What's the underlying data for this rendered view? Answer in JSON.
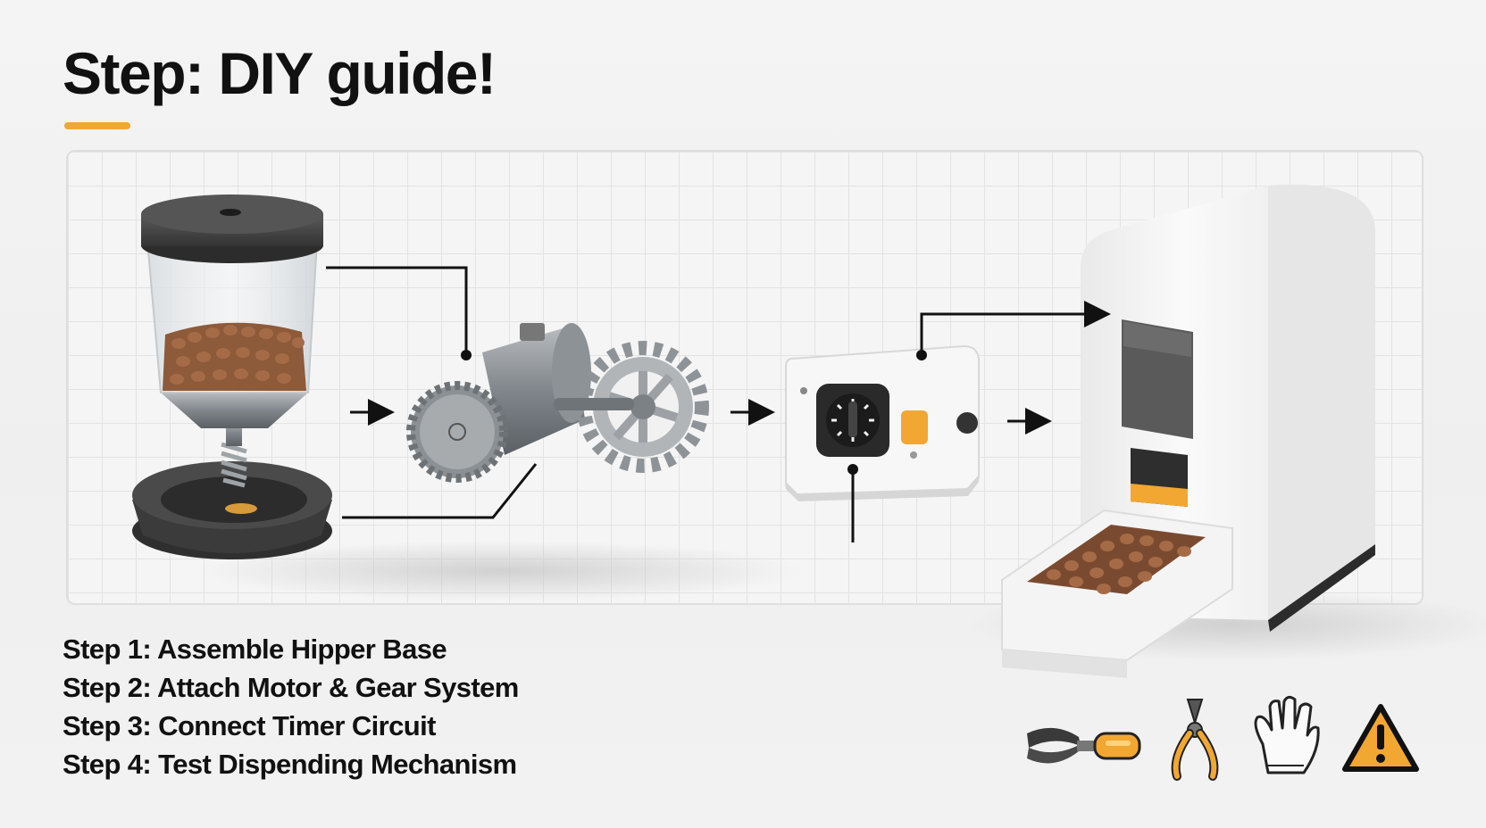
{
  "title": "Step: DIY guide!",
  "accent_color": "#f2a733",
  "steps": [
    "Step 1: Assemble Hipper Base",
    "Step 2: Attach Motor & Gear System",
    "Step 3: Connect Timer Circuit",
    "Step 4: Test Dispending Mechanism"
  ],
  "components": [
    "hopper-with-bowl",
    "motor-gear-assembly",
    "timer-module",
    "pet-feeder-unit"
  ],
  "tool_icons": [
    "screwdriver-icon",
    "pliers-icon",
    "glove-icon",
    "warning-icon"
  ]
}
